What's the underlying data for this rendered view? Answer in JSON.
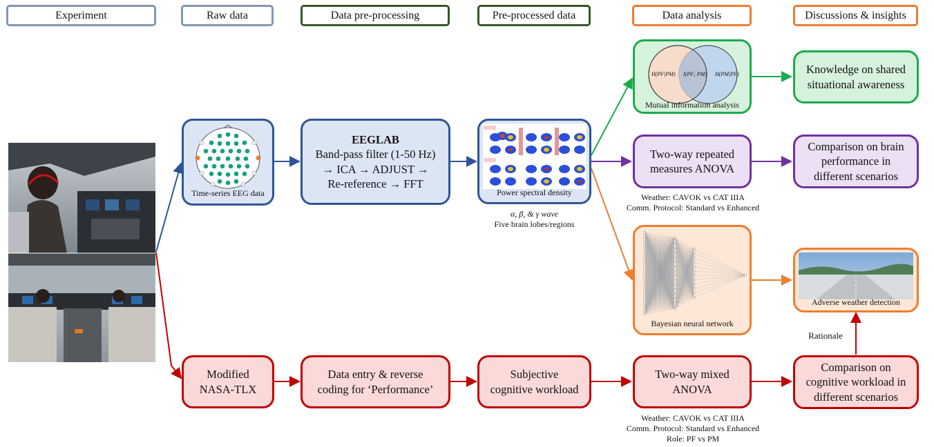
{
  "headers": [
    {
      "label": "Experiment",
      "color": "#8497b0"
    },
    {
      "label": "Raw data",
      "color": "#8497b0"
    },
    {
      "label": "Data pre-processing",
      "color": "#375623"
    },
    {
      "label": "Pre-processed data",
      "color": "#375623"
    },
    {
      "label": "Data analysis",
      "color": "#ed7d31"
    },
    {
      "label": "Discussions & insights",
      "color": "#ed7d31"
    }
  ],
  "eeg": {
    "raw_caption": "Time-series EEG data",
    "preprocess_title": "EEGLAB",
    "preprocess_line1": "Band-pass filter (1-50 Hz)",
    "preprocess_line2": "→ ICA → ADJUST →",
    "preprocess_line3": "Re-reference → FFT",
    "psd_caption": "Power spectral density",
    "psd_note1": "α, β, & γ wave",
    "psd_note2": "Five brain lobes/regions"
  },
  "analysis": {
    "mi_caption": "Mutual information analysis",
    "venn_left": "H(PF|PM)",
    "venn_mid": "I(PF; PM)",
    "venn_right": "H(PM|PF)",
    "anova_line1": "Two-way repeated",
    "anova_line2": "measures ANOVA",
    "anova_note1": "Weather: CAVOK vs CAT IIIA",
    "anova_note2": "Comm. Protocol: Standard vs Enhanced",
    "bnn_caption": "Bayesian neural network"
  },
  "insights": {
    "knowledge_line1": "Knowledge on shared",
    "knowledge_line2": "situational awareness",
    "brain_line1": "Comparison on brain",
    "brain_line2": "performance in",
    "brain_line3": "different scenarios",
    "weather_caption": "Adverse weather detection",
    "rationale": "Rationale"
  },
  "tlx": {
    "raw_line1": "Modified",
    "raw_line2": "NASA-TLX",
    "pre_line1": "Data entry & reverse",
    "pre_line2": "coding for ‘Performance’",
    "ppd_line1": "Subjective",
    "ppd_line2": "cognitive workload",
    "mixed_line1": "Two-way mixed",
    "mixed_line2": "ANOVA",
    "mixed_note1": "Weather: CAVOK vs CAT IIIA",
    "mixed_note2": "Comm. Protocol: Standard vs Enhanced",
    "mixed_note3": "Role: PF vs PM",
    "comp_line1": "Comparison on",
    "comp_line2": "cognitive workload in",
    "comp_line3": "different scenarios"
  },
  "colors": {
    "blue": "#2f5597",
    "green": "#1aab4b",
    "purple": "#7030a0",
    "orange": "#ed7d31",
    "red": "#c00000"
  }
}
